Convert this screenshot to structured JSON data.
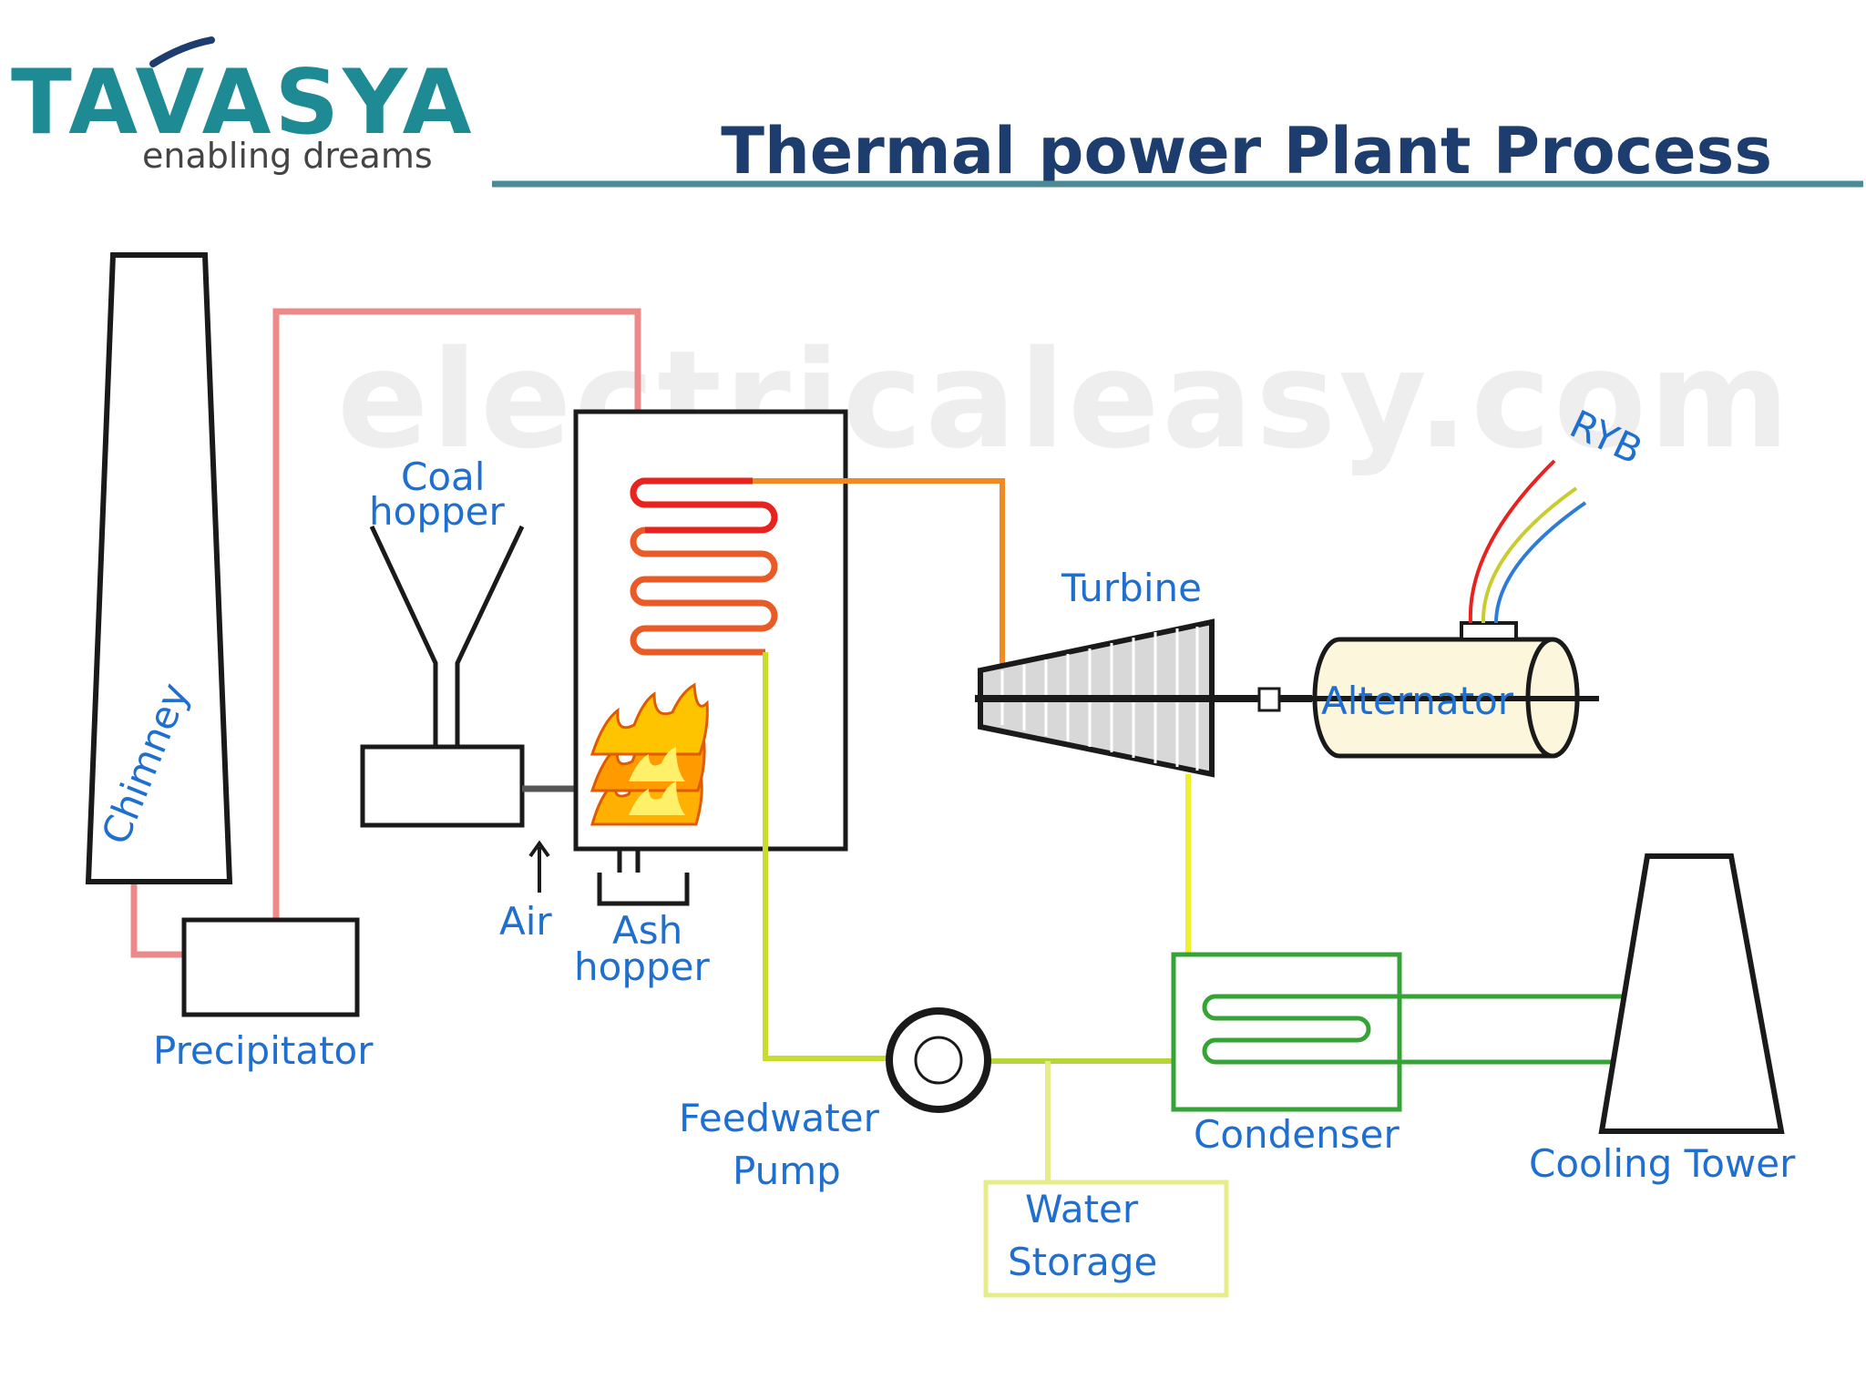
{
  "header": {
    "brand_name": "TAVASYA",
    "tagline": "enabling dreams",
    "title": "Thermal power Plant Process"
  },
  "watermark": "electricaleasy.com",
  "labels": {
    "chimney": "Chimney",
    "coal_hopper_line1": "Coal",
    "coal_hopper_line2": "hopper",
    "air": "Air",
    "ash_hopper_line1": "Ash",
    "ash_hopper_line2": "hopper",
    "precipitator": "Precipitator",
    "turbine": "Turbine",
    "alternator": "Alternator",
    "ryb": "RYB",
    "feedwater_line1": "Feedwater",
    "feedwater_line2": "Pump",
    "water_storage_line1": "Water",
    "water_storage_line2": "Storage",
    "condenser": "Condenser",
    "cooling_tower": "Cooling Tower"
  },
  "colors": {
    "brand_teal": "#1e8a93",
    "brand_navy": "#1c3d6e",
    "title_rule": "#4a8b97",
    "label_blue": "#1f6fd0",
    "flue_gas": "#ec8a8a",
    "steam_hot": "#e8231f",
    "steam_orange": "#f08a24",
    "feedwater_yellow": "#c8dc2e",
    "exhaust_yellow": "#f1f02c",
    "cooling_green": "#36a336",
    "storage_yellow": "#e6ec8a"
  },
  "icons": [
    "flame-icon",
    "air-arrow-icon",
    "turbine-icon",
    "alternator-icon",
    "pump-icon"
  ]
}
